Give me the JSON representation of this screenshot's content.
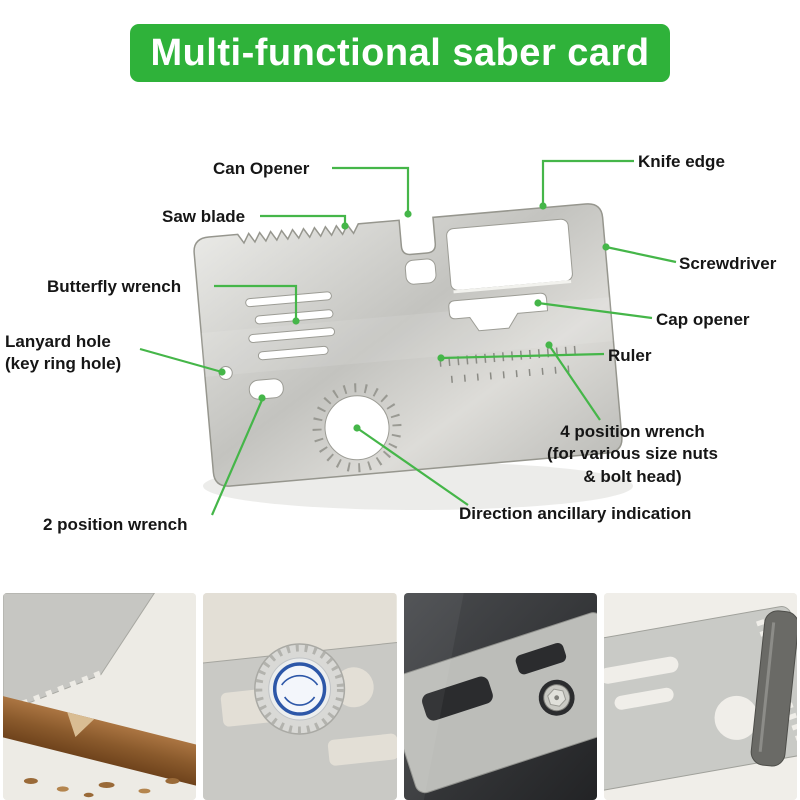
{
  "banner": {
    "title": "Multi-functional saber card"
  },
  "colors": {
    "banner": "#2fb23a",
    "line": "#45b649",
    "label": "#161616"
  },
  "labels": {
    "can_opener": "Can Opener",
    "knife_edge": "Knife edge",
    "saw_blade": "Saw blade",
    "screwdriver": "Screwdriver",
    "butterfly_wrench": "Butterfly wrench",
    "lanyard_hole": "Lanyard hole\n(key ring hole)",
    "cap_opener": "Cap opener",
    "ruler": "Ruler",
    "four_position_wrench": "4 position wrench\n(for various size nuts\n& bolt head)",
    "direction_indication": "Direction ancillary indication",
    "two_position_wrench": "2 position wrench"
  },
  "thumbnails": [
    {
      "name": "saw-blade-cutting-wood-photo"
    },
    {
      "name": "bottle-cap-opener-photo"
    },
    {
      "name": "wrench-bolt-detail-photo"
    },
    {
      "name": "card-cutouts-clip-photo"
    }
  ]
}
